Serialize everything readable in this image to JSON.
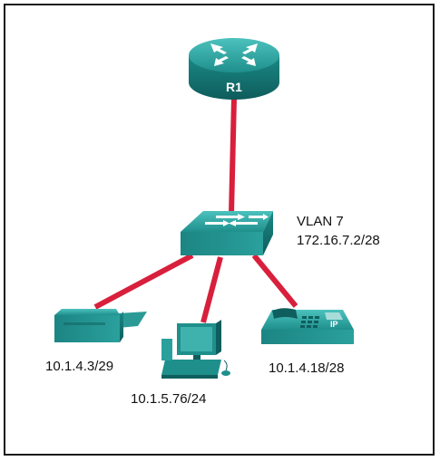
{
  "diagram": {
    "router": {
      "label": "R1",
      "icon": "router-icon"
    },
    "switch": {
      "icon": "switch-icon",
      "vlan_label": "VLAN 7",
      "ip_label": "172.16.7.2/28"
    },
    "printer": {
      "icon": "printer-icon",
      "ip_label": "10.1.4.3/29"
    },
    "pc": {
      "icon": "pc-icon",
      "ip_label": "10.1.5.76/24"
    },
    "ip_phone": {
      "icon": "ip-phone-icon",
      "badge": "IP",
      "ip_label": "10.1.4.18/28"
    }
  },
  "colors": {
    "link": "#d81f3c",
    "device_teal": "#1b8a8a",
    "device_teal_light": "#3fb2ae",
    "device_teal_dark": "#0f5e5e"
  }
}
